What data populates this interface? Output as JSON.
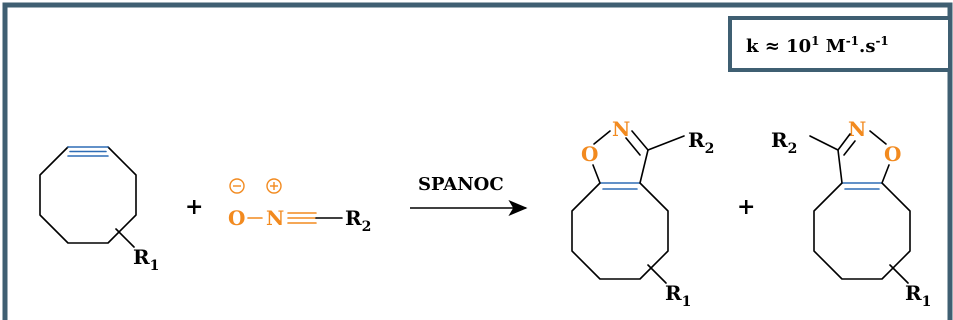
{
  "rate": {
    "prefix": "k ≈ 10",
    "exp1": "1",
    "unit": " M",
    "exp2": "-1",
    "sep": ".s",
    "exp3": "-1"
  },
  "labels": {
    "plus": "+",
    "arrow": "SPANOC",
    "r1": "R",
    "r1_sub": "1",
    "r2": "R",
    "r2_sub": "2",
    "oxygen": "O",
    "nitrogen": "N",
    "minus": "−",
    "plusCharge": "+"
  },
  "colors": {
    "frame": "#3f5f72",
    "alkyne": "#2f6db5",
    "nitrile_oxide": "#f28a1f"
  }
}
